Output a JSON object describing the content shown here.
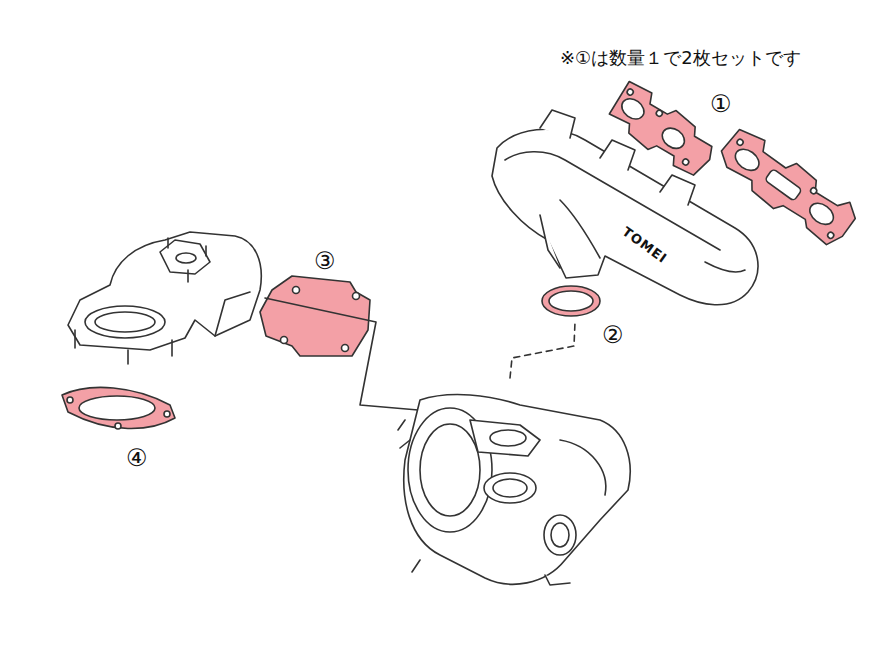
{
  "diagram": {
    "labels": [
      "※①は数量１で2枚セットです",
      "①",
      "②",
      "③",
      "④",
      "TOMEI"
    ]
  }
}
